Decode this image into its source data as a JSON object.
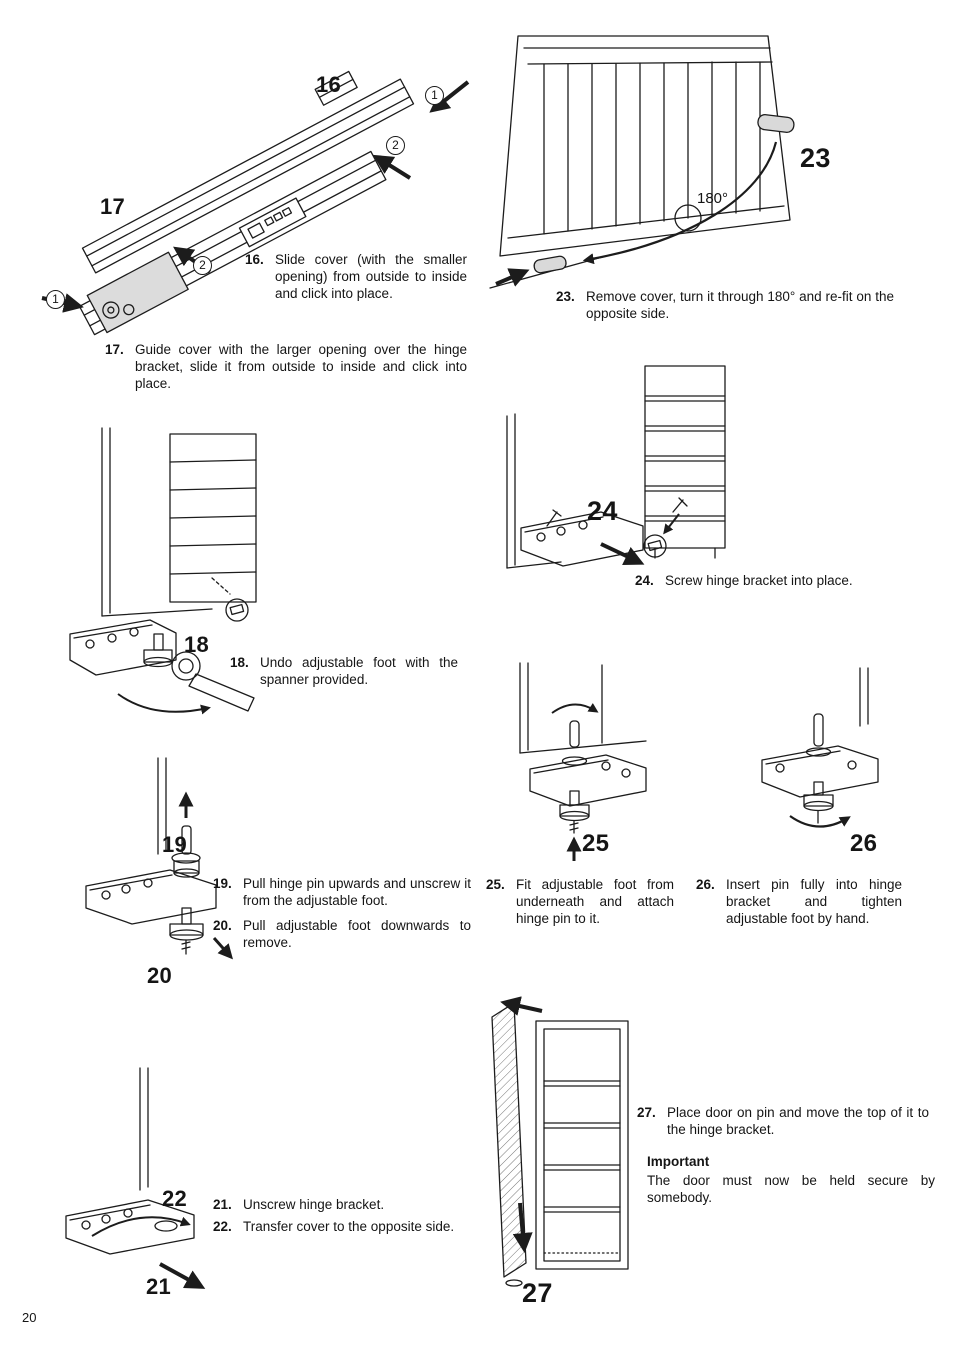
{
  "page": {
    "number": "20"
  },
  "figure_labels": {
    "f16": "16",
    "f17": "17",
    "f18": "18",
    "f19": "19",
    "f20": "20",
    "f21": "21",
    "f22": "22",
    "f23": "23",
    "f24": "24",
    "f25": "25",
    "f26": "26",
    "f27": "27"
  },
  "callouts": [
    "1",
    "2",
    "2",
    "1"
  ],
  "annotations": {
    "rotation_angle": "180°"
  },
  "steps": [
    {
      "num": "16.",
      "text": "Slide cover (with the smaller opening) from outside to inside and click into place."
    },
    {
      "num": "17.",
      "text": "Guide cover with the larger opening over the hinge bracket, slide it from outside to inside and click into place."
    },
    {
      "num": "18.",
      "text": "Undo adjustable foot with the spanner provided."
    },
    {
      "num": "19.",
      "text": "Pull hinge pin upwards and unscrew it from the adjustable foot."
    },
    {
      "num": "20.",
      "text": "Pull adjustable foot downwards to remove."
    },
    {
      "num": "21.",
      "text": "Unscrew hinge bracket."
    },
    {
      "num": "22.",
      "text": "Transfer cover to the opposite side."
    },
    {
      "num": "23.",
      "text": "Remove cover, turn it through 180° and re-fit on the opposite side."
    },
    {
      "num": "24.",
      "text": "Screw hinge bracket into place."
    },
    {
      "num": "25.",
      "text": "Fit adjustable foot from underneath and attach hinge pin to it."
    },
    {
      "num": "26.",
      "text": "Insert pin fully into hinge bracket and tighten adjustable foot by hand."
    },
    {
      "num": "27.",
      "text": "Place door on pin and move the top of it to the hinge bracket."
    }
  ],
  "important": {
    "title": "Important",
    "text": "The door must now be held secure by somebody."
  }
}
